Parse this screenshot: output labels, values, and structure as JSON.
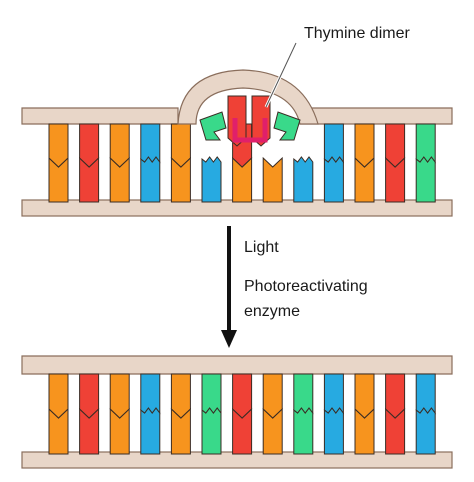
{
  "labels": {
    "dimer": "Thymine dimer",
    "light": "Light",
    "enzyme_line1": "Photoreactivating",
    "enzyme_line2": "enzyme"
  },
  "colors": {
    "backbone_fill": "#e8d6c8",
    "backbone_stroke": "#8a6e5c",
    "base_outline": "#3a2c24",
    "orange": "#f7941e",
    "red": "#ef4136",
    "blue": "#27aae1",
    "green": "#39d98a",
    "dimer_bond": "#e0206a",
    "enzyme_fill": "#e8d6c8",
    "arrow": "#111111"
  },
  "damaged_strand": {
    "top_bases": [
      "orange",
      "red",
      "orange",
      "blue",
      "orange",
      null,
      "red",
      null,
      null,
      "blue",
      "orange",
      "red",
      "green"
    ],
    "bottom_bases": [
      "orange",
      "red",
      "orange",
      "blue",
      "orange",
      "blue",
      "orange",
      "orange",
      "blue",
      "blue",
      "orange",
      "red",
      "green"
    ]
  },
  "repaired_strand": {
    "top_bases": [
      "orange",
      "red",
      "orange",
      "blue",
      "orange",
      "green",
      "red",
      "orange",
      "green",
      "blue",
      "orange",
      "red",
      "blue"
    ],
    "bottom_bases": [
      "orange",
      "red",
      "orange",
      "blue",
      "orange",
      "green",
      "red",
      "orange",
      "green",
      "blue",
      "orange",
      "red",
      "blue"
    ]
  }
}
